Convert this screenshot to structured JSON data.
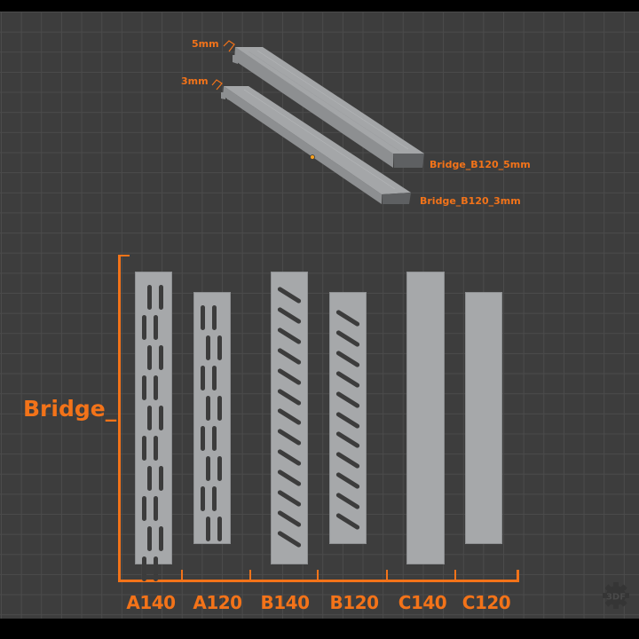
{
  "colors": {
    "accent": "#f37319",
    "background": "#3d3d3d",
    "grid": "#4b4b4b",
    "plate": "#a6a8aa",
    "slot": "#3c3c3c"
  },
  "models_3d": [
    {
      "name": "Bridge_B120_5mm",
      "thickness_label": "5mm"
    },
    {
      "name": "Bridge_B120_3mm",
      "thickness_label": "3mm"
    }
  ],
  "diagram": {
    "title": "Bridge_",
    "plates": [
      {
        "label": "A140",
        "pattern": "vertical-slots",
        "size": "long"
      },
      {
        "label": "A120",
        "pattern": "vertical-slots",
        "size": "short"
      },
      {
        "label": "B140",
        "pattern": "diagonal-slots",
        "size": "long"
      },
      {
        "label": "B120",
        "pattern": "diagonal-slots",
        "size": "short"
      },
      {
        "label": "C140",
        "pattern": "solid",
        "size": "long"
      },
      {
        "label": "C120",
        "pattern": "solid",
        "size": "short"
      }
    ]
  },
  "logo": {
    "text": "3DF",
    "icon": "gear-icon"
  }
}
